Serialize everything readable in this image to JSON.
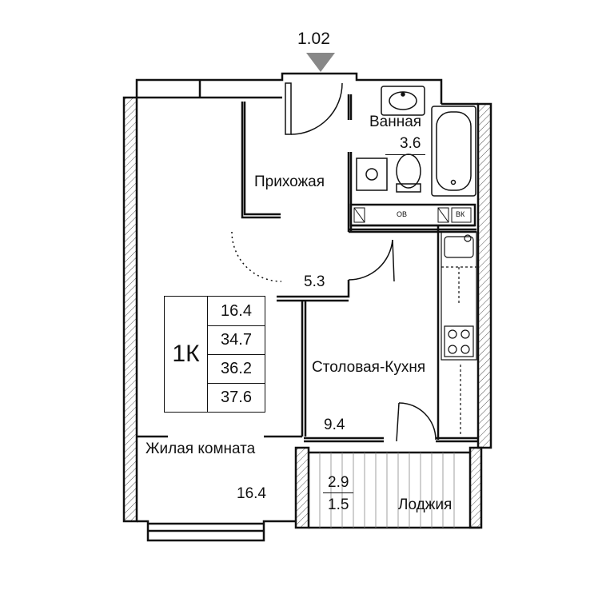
{
  "section_marker": "1.02",
  "rooms": {
    "hallway": {
      "name": "Прихожая",
      "area": "5.3"
    },
    "bathroom": {
      "name": "Ванная",
      "area": "3.6"
    },
    "kitchen": {
      "name": "Столовая-Кухня",
      "area": "9.4"
    },
    "living": {
      "name": "Жилая комната",
      "area": "16.4"
    },
    "loggia": {
      "name": "Лоджия",
      "area_full": "2.9",
      "area_reduced": "1.5"
    }
  },
  "summary": {
    "type": "1К",
    "values": [
      "16.4",
      "34.7",
      "36.2",
      "37.6"
    ]
  },
  "fixtures": {
    "duct_left": "ОВ",
    "duct_right": "ВК"
  },
  "colors": {
    "wall": "#111111",
    "hatch": "#555555",
    "background": "#ffffff"
  }
}
